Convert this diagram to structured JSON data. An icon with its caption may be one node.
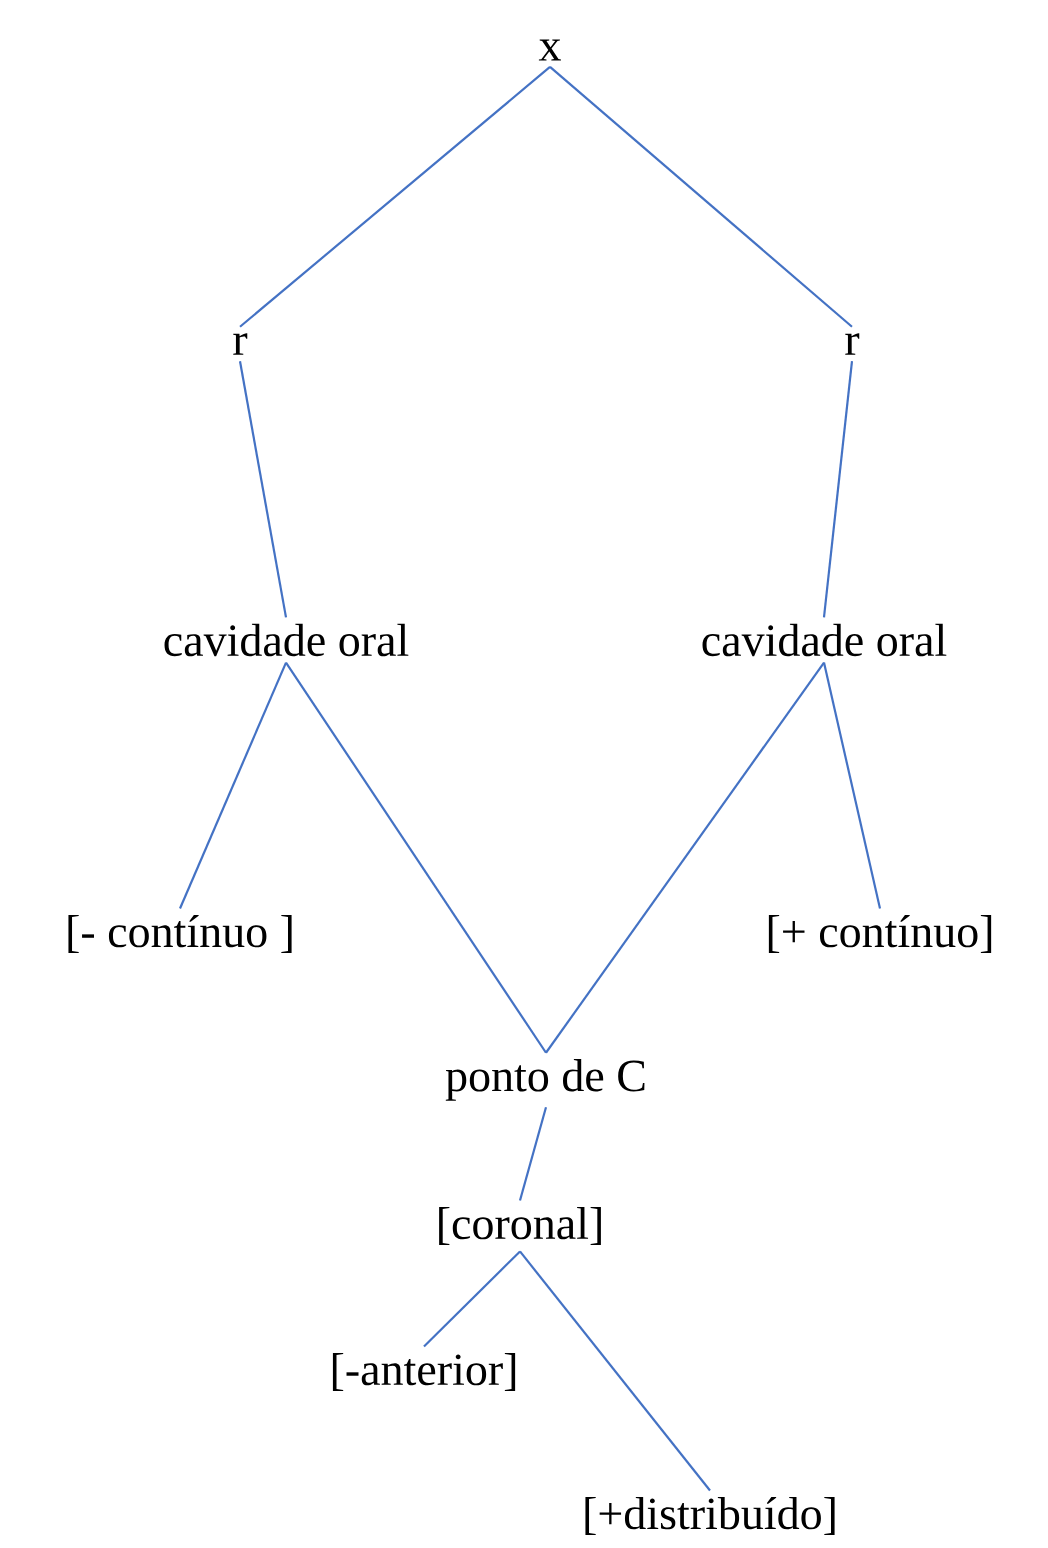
{
  "diagram": {
    "nodes": [
      {
        "text": [
          "x"
        ]
      },
      {
        "text": [
          "r"
        ]
      },
      {
        "text": [
          "r"
        ]
      },
      {
        "text": [
          "cavidade oral"
        ]
      },
      {
        "text": [
          "cavidade oral"
        ]
      },
      {
        "text": [
          "[- contínuo ]"
        ]
      },
      {
        "text": [
          "[+ contínuo]"
        ]
      },
      {
        "text": [
          "ponto de C"
        ]
      },
      {
        "text": [
          "[coronal]"
        ]
      },
      {
        "text": [
          "[-anterior]"
        ]
      },
      {
        "text": [
          "[+distribuído]"
        ]
      }
    ],
    "edges": [
      {
        "from": 0,
        "to": 1,
        "arrow": "none"
      },
      {
        "from": 0,
        "to": 2,
        "arrow": "none"
      },
      {
        "from": 1,
        "to": 3,
        "arrow": "none"
      },
      {
        "from": 2,
        "to": 4,
        "arrow": "none"
      },
      {
        "from": 3,
        "to": 5,
        "arrow": "none"
      },
      {
        "from": 3,
        "to": 7,
        "arrow": "none"
      },
      {
        "from": 4,
        "to": 7,
        "arrow": "none"
      },
      {
        "from": 4,
        "to": 6,
        "arrow": "none"
      },
      {
        "from": 7,
        "to": 8,
        "arrow": "none"
      },
      {
        "from": 8,
        "to": 9,
        "arrow": "none"
      },
      {
        "from": 8,
        "to": 10,
        "arrow": "none"
      }
    ]
  }
}
